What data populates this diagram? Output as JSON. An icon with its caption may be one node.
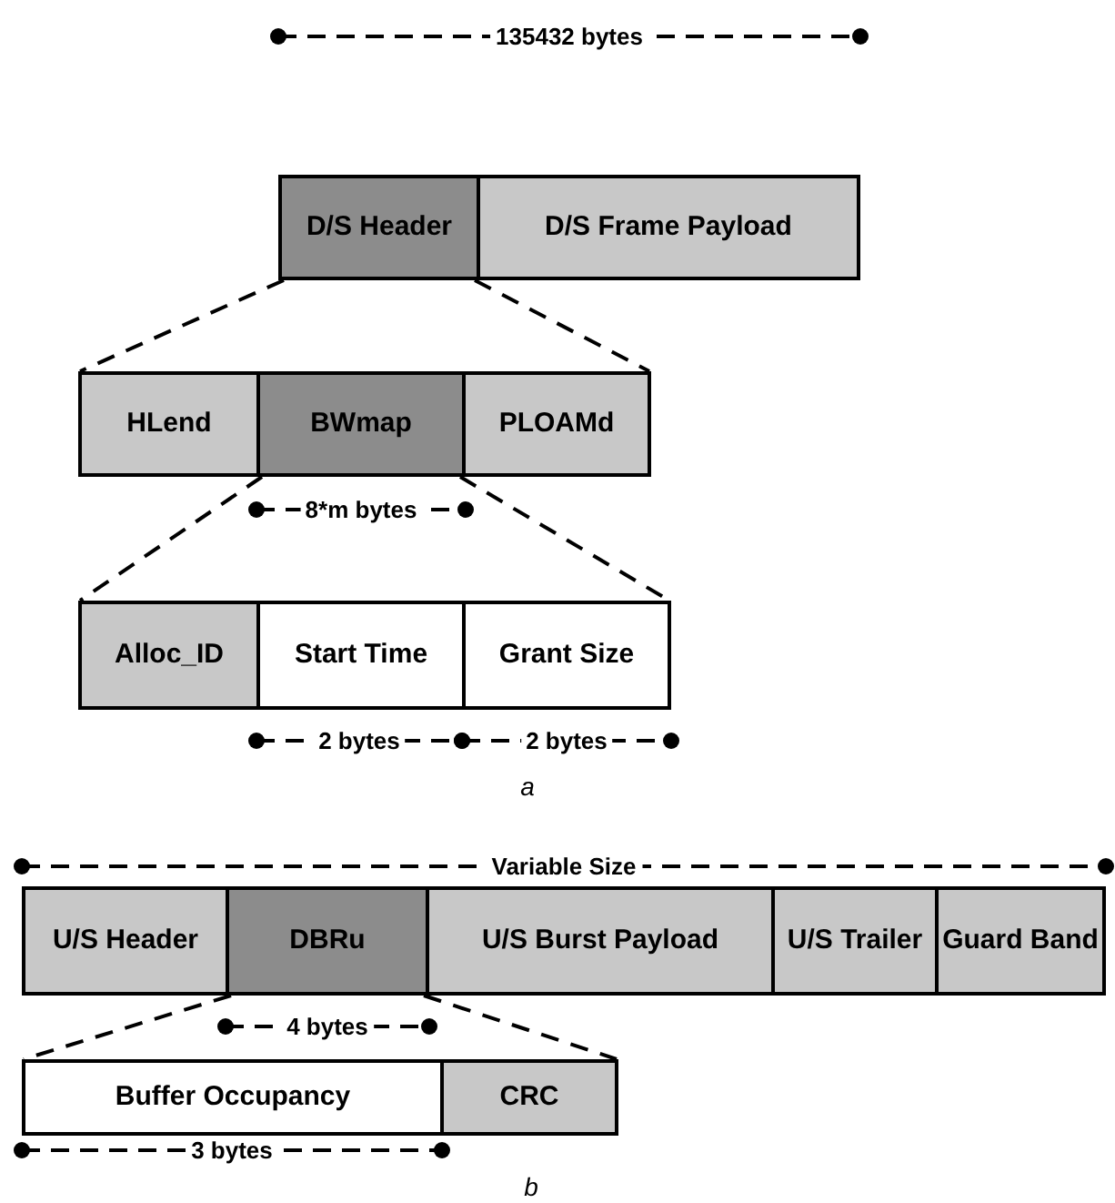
{
  "diagram": {
    "nodes": [
      {
        "text": [
          "D/S Header"
        ]
      },
      {
        "text": [
          "D/S Frame Payload"
        ]
      },
      {
        "text": [
          "HLend"
        ]
      },
      {
        "text": [
          "BWmap"
        ]
      },
      {
        "text": [
          "PLOAMd"
        ]
      },
      {
        "text": [
          "Alloc_ID"
        ]
      },
      {
        "text": [
          "Start Time"
        ]
      },
      {
        "text": [
          "Grant Size"
        ]
      },
      {
        "text": [
          "U/S Header"
        ]
      },
      {
        "text": [
          "DBRu"
        ]
      },
      {
        "text": [
          "U/S Burst Payload"
        ]
      },
      {
        "text": [
          "U/S Trailer"
        ]
      },
      {
        "text": [
          "Guard Band"
        ]
      },
      {
        "text": [
          "Buffer Occupancy"
        ]
      },
      {
        "text": [
          "CRC"
        ]
      }
    ],
    "edges": [
      {
        "from": 0,
        "to": 2,
        "arrow": "none",
        "style": "dashed"
      },
      {
        "from": 0,
        "to": 4,
        "arrow": "none",
        "style": "dashed"
      },
      {
        "from": 3,
        "to": 5,
        "arrow": "none",
        "style": "dashed"
      },
      {
        "from": 3,
        "to": 7,
        "arrow": "none",
        "style": "dashed"
      },
      {
        "from": 9,
        "to": 13,
        "arrow": "none",
        "style": "dashed"
      },
      {
        "from": 9,
        "to": 14,
        "arrow": "none",
        "style": "dashed"
      }
    ],
    "labels": [
      "135432 bytes",
      "8*m bytes",
      "2 bytes",
      "2 bytes",
      "a",
      "Variable Size",
      "4 bytes",
      "3 bytes",
      "b"
    ]
  }
}
